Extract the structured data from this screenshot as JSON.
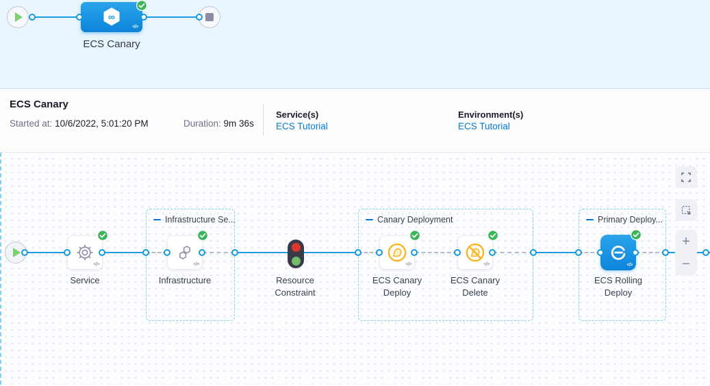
{
  "minimap": {
    "stage_label": "ECS Canary"
  },
  "header": {
    "title": "ECS Canary",
    "started_label": "Started at:",
    "started_value": "10/6/2022, 5:01:20 PM",
    "duration_label": "Duration:",
    "duration_value": "9m 36s",
    "services_label": "Service(s)",
    "services_value": "ECS Tutorial",
    "environments_label": "Environment(s)",
    "environments_value": "ECS Tutorial"
  },
  "graph": {
    "groups": [
      {
        "title": "Infrastructure Se..."
      },
      {
        "title": "Canary Deployment"
      },
      {
        "title": "Primary Deploy..."
      }
    ],
    "nodes": [
      {
        "label": "Service",
        "status": "success"
      },
      {
        "label": "Infrastructure",
        "status": "success"
      },
      {
        "label": "Resource Constraint"
      },
      {
        "label": "ECS Canary Deploy",
        "status": "success"
      },
      {
        "label": "ECS Canary Delete",
        "status": "success"
      },
      {
        "label": "ECS Rolling Deploy",
        "status": "success"
      }
    ]
  },
  "controls": {
    "zoom_in": "+",
    "zoom_out": "−"
  },
  "icons": {
    "code": "</>"
  },
  "colors": {
    "accent_blue": "#0278d5",
    "node_blue": "#0c84da",
    "success_green": "#3db45a",
    "warning_yellow": "#fcb31d",
    "link_blue": "#0278d5"
  }
}
